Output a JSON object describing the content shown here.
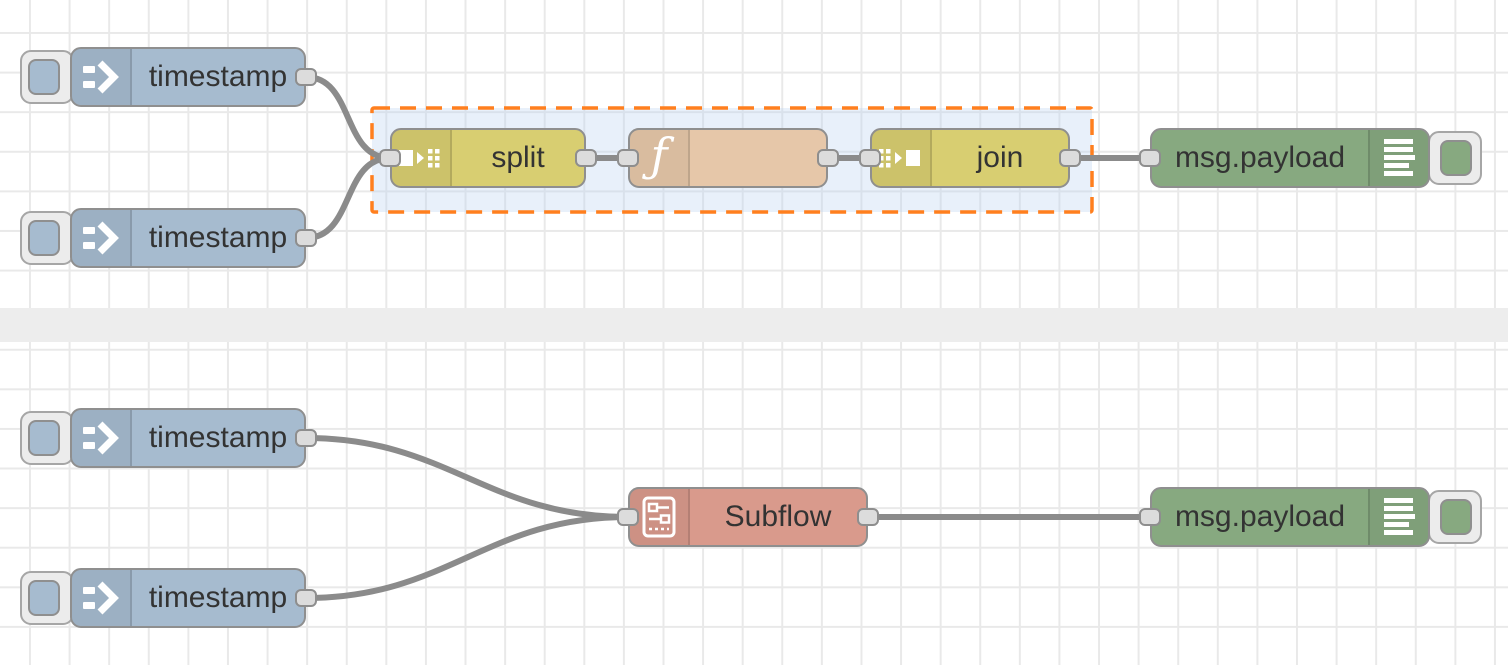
{
  "canvas": {
    "type": "flow-editor-workspace",
    "sections": 2,
    "group_selected": true
  },
  "palette": {
    "inject_color": "#a6bbcf",
    "split_join_color": "#d8ce71",
    "function_color": "#e6c7a9",
    "debug_color": "#87a980",
    "subflow_color": "#d99a8c",
    "group_fill": "#e9f1fb",
    "group_border_color": "#ff7f1e",
    "wire_color": "#8b8b8b",
    "port_color": "#dcdcdc"
  },
  "nodes": {
    "inject_top_1": {
      "type": "inject",
      "label": "timestamp"
    },
    "inject_top_2": {
      "type": "inject",
      "label": "timestamp"
    },
    "split": {
      "type": "split",
      "label": "split"
    },
    "function": {
      "type": "function",
      "label": ""
    },
    "join": {
      "type": "join",
      "label": "join"
    },
    "debug_top": {
      "type": "debug",
      "label": "msg.payload"
    },
    "inject_bottom_1": {
      "type": "inject",
      "label": "timestamp"
    },
    "inject_bottom_2": {
      "type": "inject",
      "label": "timestamp"
    },
    "subflow": {
      "type": "subflow",
      "label": "Subflow"
    },
    "debug_bottom": {
      "type": "debug",
      "label": "msg.payload"
    }
  },
  "icons": {
    "function_glyph": "ƒ"
  }
}
